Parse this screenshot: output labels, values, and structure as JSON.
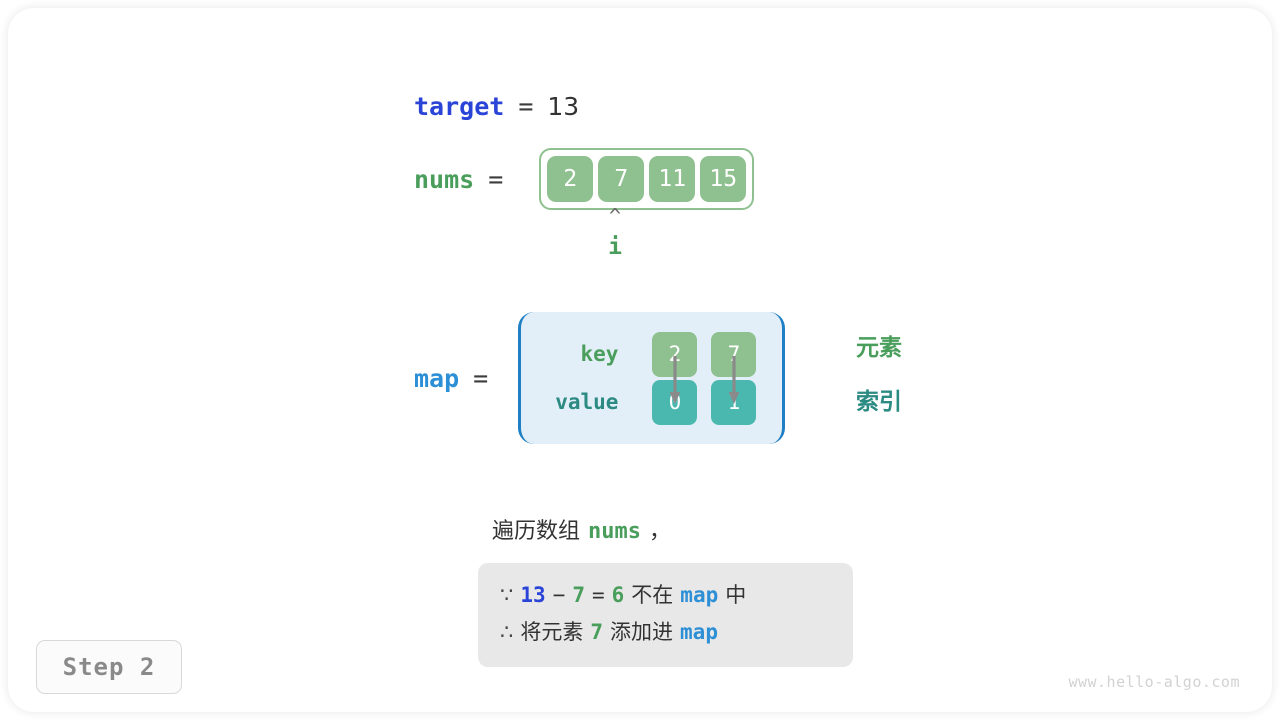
{
  "target": {
    "name": "target",
    "equals": "=",
    "value": "13"
  },
  "nums": {
    "name": "nums",
    "equals": "=",
    "cells": [
      "2",
      "7",
      "11",
      "15"
    ]
  },
  "pointer": {
    "caret": "^",
    "label": "i",
    "cell_index": 1
  },
  "map": {
    "name": "map",
    "equals": "=",
    "row_labels": {
      "key": "key",
      "value": "value"
    },
    "entries": [
      {
        "key": "2",
        "value": "0"
      },
      {
        "key": "7",
        "value": "1"
      }
    ],
    "side_labels": {
      "element": "元素",
      "index": "索引"
    }
  },
  "caption": {
    "prefix": "遍历数组",
    "code": "nums",
    "suffix": "，"
  },
  "note": {
    "line1": {
      "symbol": "∵",
      "a": "13",
      "op1": "−",
      "b": "7",
      "op2": "=",
      "c": "6",
      "text1": "不在",
      "map": "map",
      "text2": "中"
    },
    "line2": {
      "symbol": "∴",
      "text1": "将元素",
      "value": "7",
      "text2": "添加进",
      "map": "map"
    }
  },
  "step": {
    "label": "Step 2"
  },
  "watermark": {
    "text": "www.hello-algo.com"
  },
  "colors": {
    "green": "#8fc08f",
    "green_text": "#4a9e5c",
    "teal": "#4bb8b0",
    "teal_text": "#2b8a82",
    "blue_dark": "#2b44d8",
    "blue_map": "#2d8fd5",
    "map_bg": "#e2eef8",
    "map_border": "#1f7fc4",
    "note_bg": "#e8e8e8",
    "arrow": "#8a8a8a"
  }
}
